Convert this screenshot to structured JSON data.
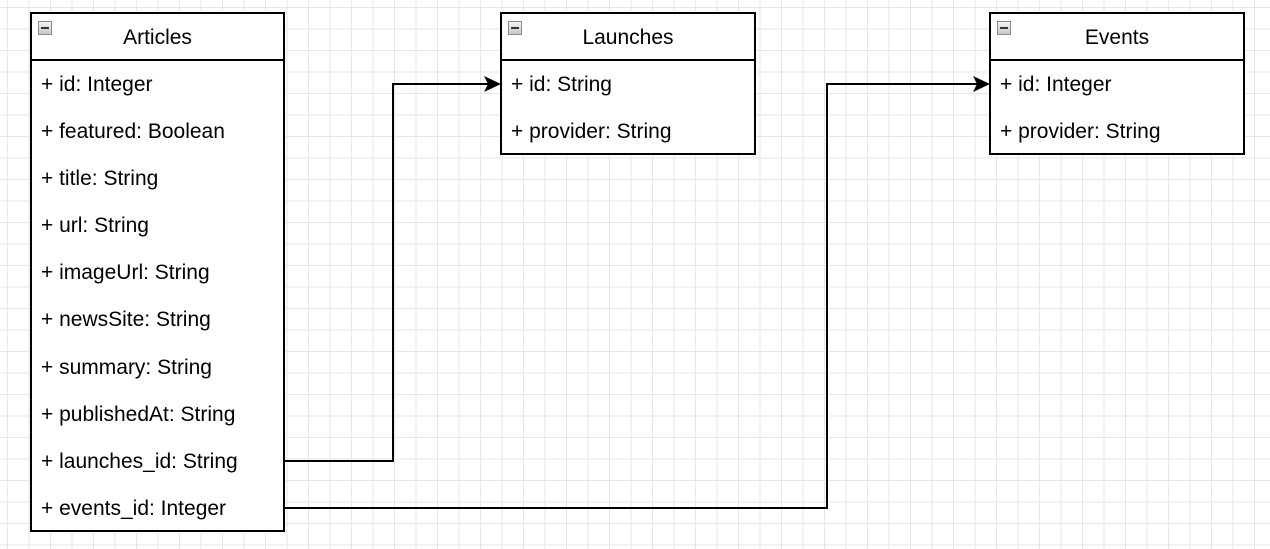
{
  "diagram": {
    "entities": [
      {
        "id": "articles",
        "title": "Articles",
        "attributes": [
          "+ id: Integer",
          "+ featured: Boolean",
          "+ title: String",
          "+ url: String",
          "+ imageUrl: String",
          "+ newsSite: String",
          "+ summary: String",
          "+ publishedAt: String",
          "+ launches_id: String",
          "+ events_id: Integer"
        ]
      },
      {
        "id": "launches",
        "title": "Launches",
        "attributes": [
          "+ id: String",
          "+ provider: String"
        ]
      },
      {
        "id": "events",
        "title": "Events",
        "attributes": [
          "+ id: Integer",
          "+ provider: String"
        ]
      }
    ],
    "relations": [
      {
        "from": "Articles.launches_id",
        "to": "Launches.id"
      },
      {
        "from": "Articles.events_id",
        "to": "Events.id"
      }
    ]
  }
}
